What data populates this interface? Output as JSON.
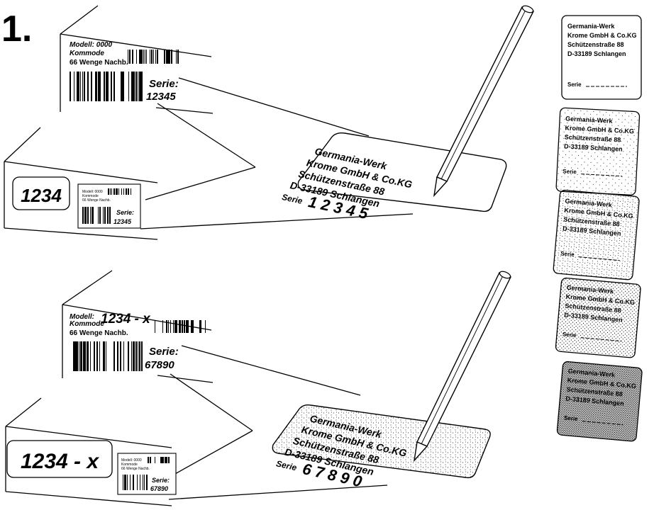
{
  "figure_label": "1.",
  "company": {
    "line1": "Germania-Werk",
    "line2": "Krome GmbH & Co.KG",
    "line3": "Schützenstraße 88",
    "line4": "D-33189 Schlangen",
    "serie_prefix": "Serie"
  },
  "top": {
    "label_model": "Modell: 0000",
    "label_product": "Kommode",
    "label_color": "66   Wenge Nachb.",
    "serie_label": "Serie:",
    "serie_number": "12345",
    "box_number": "1234",
    "tag_serie_digits": "12345"
  },
  "bottom": {
    "label_model_prefix": "Modell:",
    "label_model_value": "1234 - x",
    "label_product": "Kommode",
    "label_color": "66   Wenge Nachb.",
    "serie_label": "Serie:",
    "serie_number": "67890",
    "box_number": "1234 - x",
    "tag_serie_digits": "67890"
  },
  "mini_label": {
    "model_top": "Modell: 0000",
    "model_bottom": "Modell: 0000",
    "product": "Kommode",
    "color": "66  Wenge Nachb.",
    "serie": "Serie:",
    "top_number": "12345",
    "bottom_number": "67890"
  },
  "variants": [
    {
      "pattern": "none"
    },
    {
      "pattern": "light"
    },
    {
      "pattern": "medium"
    },
    {
      "pattern": "dense"
    },
    {
      "pattern": "heavy"
    }
  ],
  "colors": {
    "ink": "#000000",
    "paper": "#ffffff"
  }
}
